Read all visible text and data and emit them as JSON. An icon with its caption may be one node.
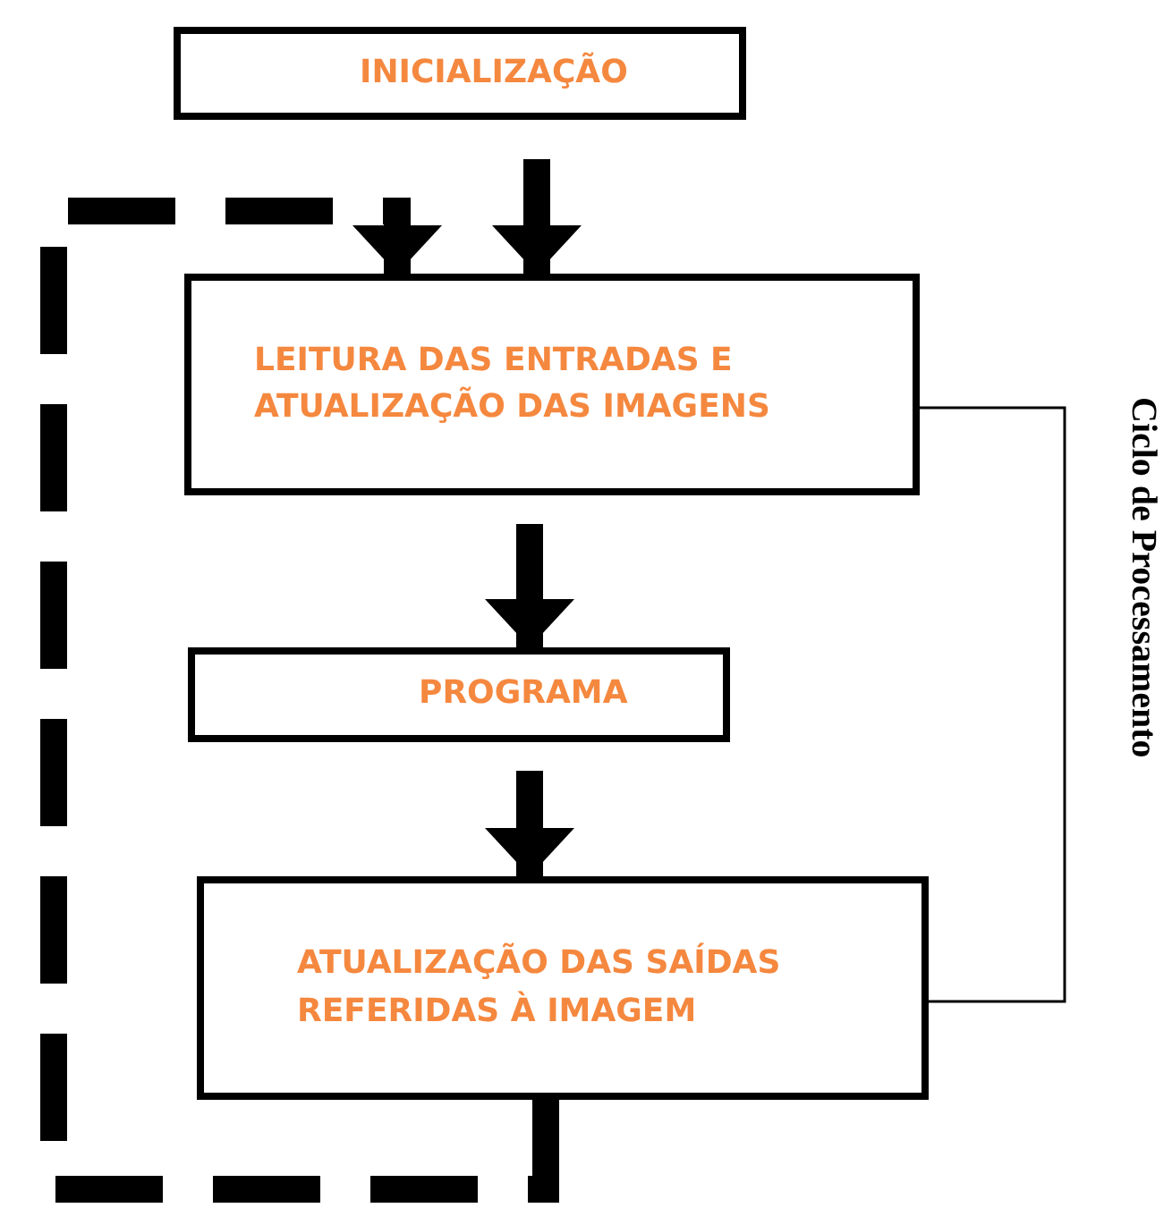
{
  "diagram": {
    "nodes": [
      {
        "text": [
          "INICIALIZAÇÃO"
        ]
      },
      {
        "text": [
          "LEITURA DAS ENTRADAS E ATUALIZAÇÃO DAS IMAGENS"
        ]
      },
      {
        "text": [
          "PROGRAMA"
        ]
      },
      {
        "text": [
          "ATUALIZAÇÃO DAS SAÍDAS REFERIDAS À IMAGEM"
        ]
      }
    ],
    "edges": [
      {
        "from": 0,
        "to": 1,
        "arrow": "to"
      },
      {
        "from": 1,
        "to": 2,
        "arrow": "to"
      },
      {
        "from": 2,
        "to": 3,
        "arrow": "to"
      },
      {
        "from": 3,
        "to": 1,
        "arrow": "to",
        "style": "dashed"
      }
    ],
    "labels": [
      "Ciclo de Processamento"
    ]
  }
}
